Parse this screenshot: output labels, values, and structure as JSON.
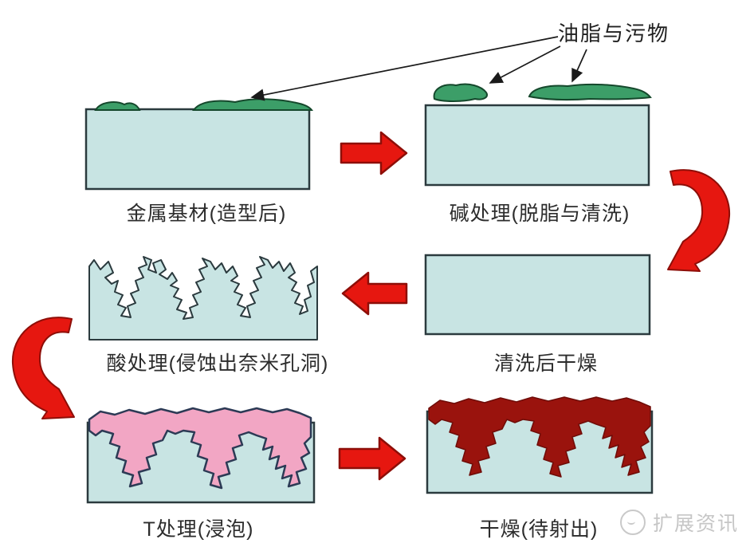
{
  "annotation": {
    "grease_label": "油脂与污物"
  },
  "steps": [
    {
      "label": "金属基材(造型后)"
    },
    {
      "label": "碱处理(脱脂与清洗)"
    },
    {
      "label": "清洗后干燥"
    },
    {
      "label": "酸处理(侵蚀出奈米孔洞)"
    },
    {
      "label": "T处理(浸泡)"
    },
    {
      "label": "干燥(待射出)"
    }
  ],
  "watermark": {
    "text": "扩展资讯"
  },
  "colors": {
    "substrate": "#c8e4e3",
    "substrate_border": "#2b3a3e",
    "grease": "#3c9e68",
    "grease_border": "#15482c",
    "arrow": "#e61710",
    "arrow_border": "#8e0e08",
    "t_layer": "#f2a6c4",
    "t_layer_border": "#2c3a55",
    "dried_layer": "#9a130d",
    "dried_layer_border": "#6e0c08",
    "annotation_line": "#1a1a1a"
  }
}
